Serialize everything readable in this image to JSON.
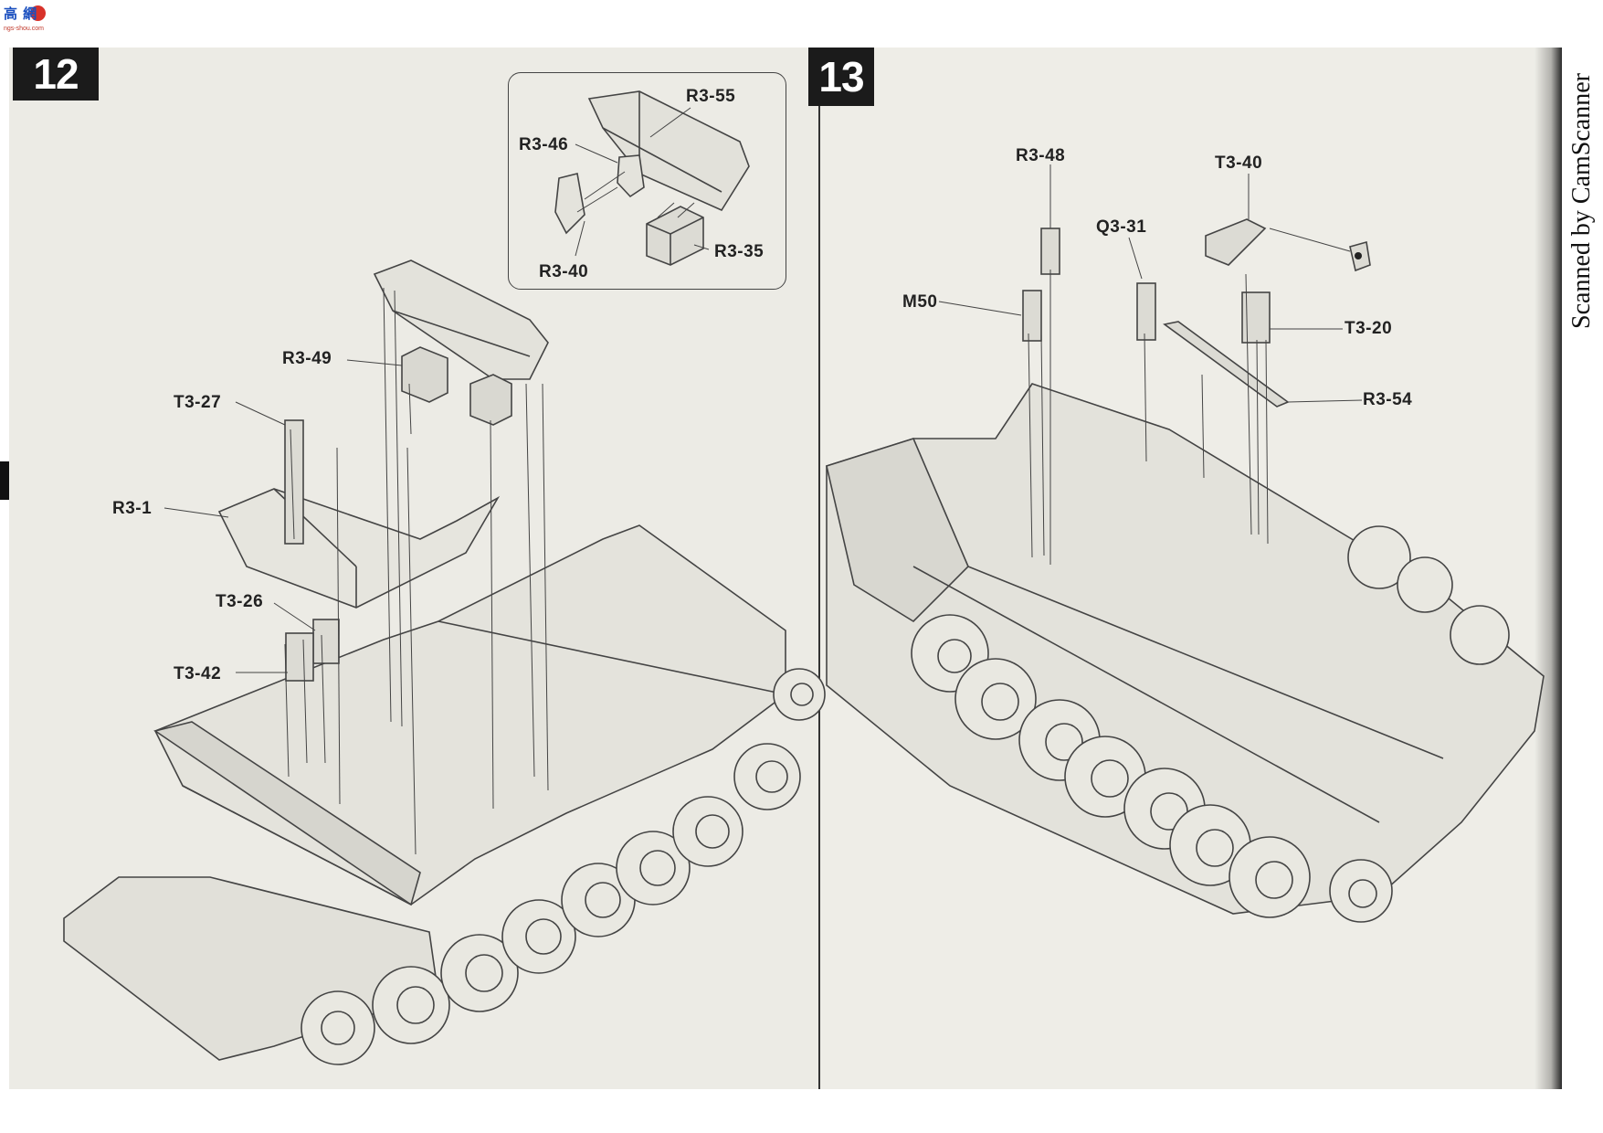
{
  "logo": {
    "text": "高 網",
    "subtext": "ngs-shou.com"
  },
  "watermark": "Scanned by CamScanner",
  "step12": {
    "number": "12",
    "callouts": {
      "r3_55": "R3-55",
      "r3_46": "R3-46",
      "r3_40": "R3-40",
      "r3_35": "R3-35",
      "r3_49": "R3-49",
      "t3_27": "T3-27",
      "r3_1": "R3-1",
      "t3_26": "T3-26",
      "t3_42": "T3-42"
    }
  },
  "step13": {
    "number": "13",
    "callouts": {
      "r3_48": "R3-48",
      "t3_40": "T3-40",
      "q3_31": "Q3-31",
      "m50": "M50",
      "t3_20": "T3-20",
      "r3_54": "R3-54"
    }
  },
  "colors": {
    "paper": "#ecebe5",
    "ink": "#222222",
    "badge": "#1b1b1b"
  }
}
